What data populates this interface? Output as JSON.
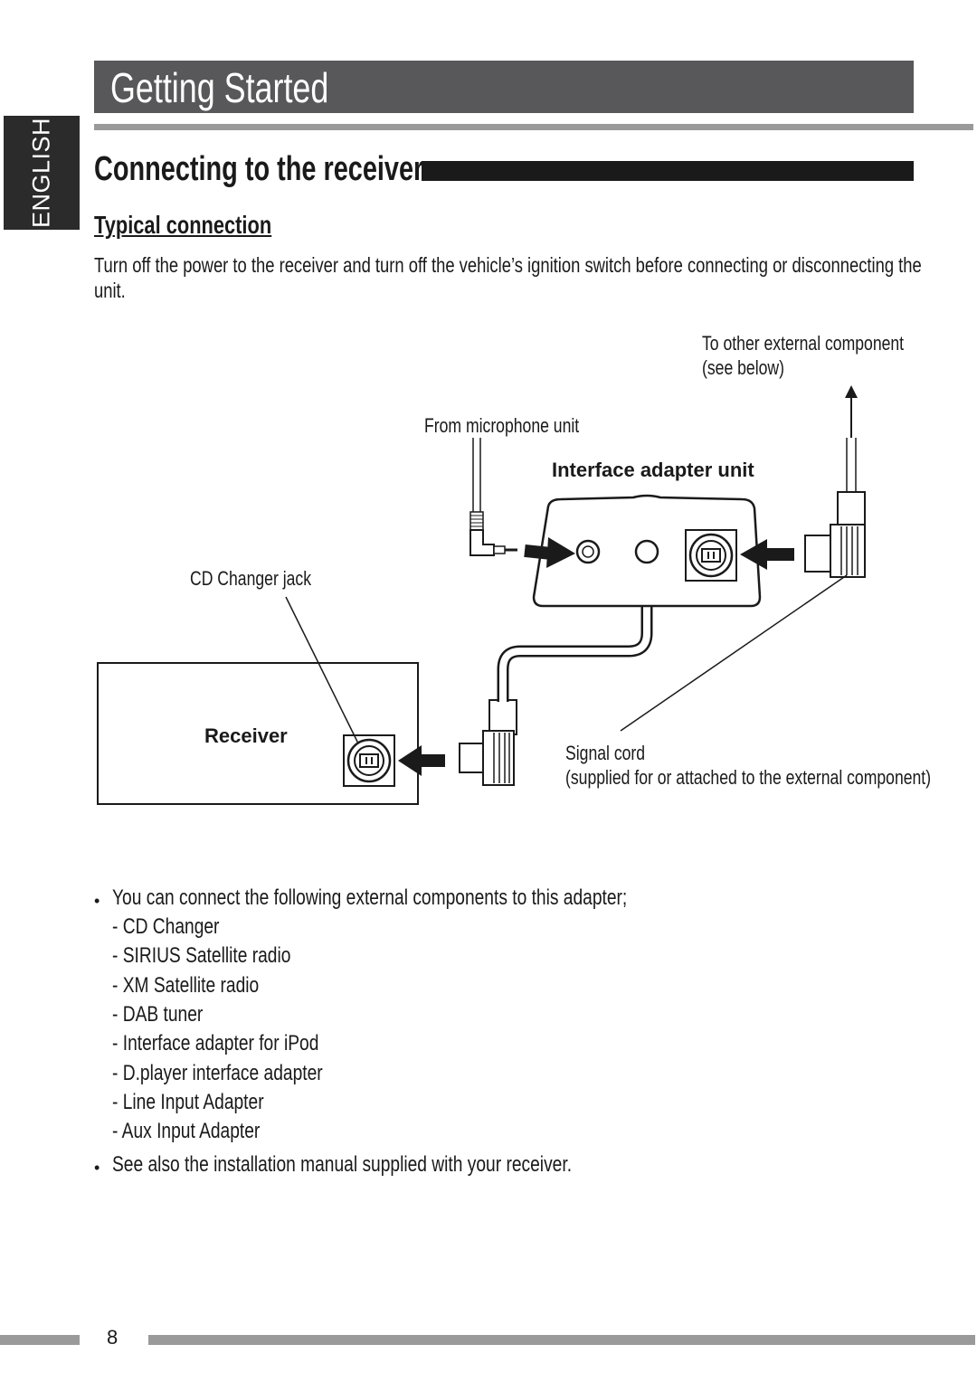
{
  "header": {
    "chapter_title": "Getting Started",
    "language_tab": "ENGLISH"
  },
  "section": {
    "title": "Connecting to the receiver",
    "subtitle": "Typical connection",
    "intro_line1": "Turn off the power to the receiver and turn off the vehicle’s ignition switch before connecting or disconnecting the",
    "intro_line2": "unit."
  },
  "diagram": {
    "label_other_component_1": "To other external component",
    "label_other_component_2": "(see below)",
    "label_microphone": "From microphone unit",
    "label_adapter": "Interface adapter unit",
    "label_cd_jack": "CD Changer jack",
    "label_receiver": "Receiver",
    "label_signal_cord_1": "Signal cord",
    "label_signal_cord_2": "(supplied for or attached to the external component)"
  },
  "notes": {
    "bullet1": "You can connect the following external components to this adapter;",
    "components": [
      "- CD Changer",
      "- SIRIUS Satellite radio",
      "- XM Satellite radio",
      "- DAB tuner",
      "- Interface adapter for iPod",
      "- D.player interface adapter",
      "- Line Input Adapter",
      "- Aux Input Adapter"
    ],
    "bullet2": "See also the installation manual supplied with your receiver."
  },
  "footer": {
    "page_number": "8"
  }
}
